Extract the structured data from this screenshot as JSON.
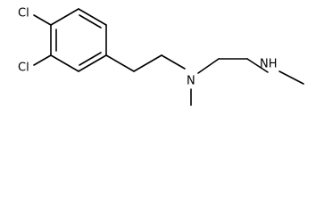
{
  "labels": {
    "cl_top": "Cl",
    "cl_bottom": "Cl",
    "n_tertiary": "N",
    "nh_terminal": "NH"
  }
}
